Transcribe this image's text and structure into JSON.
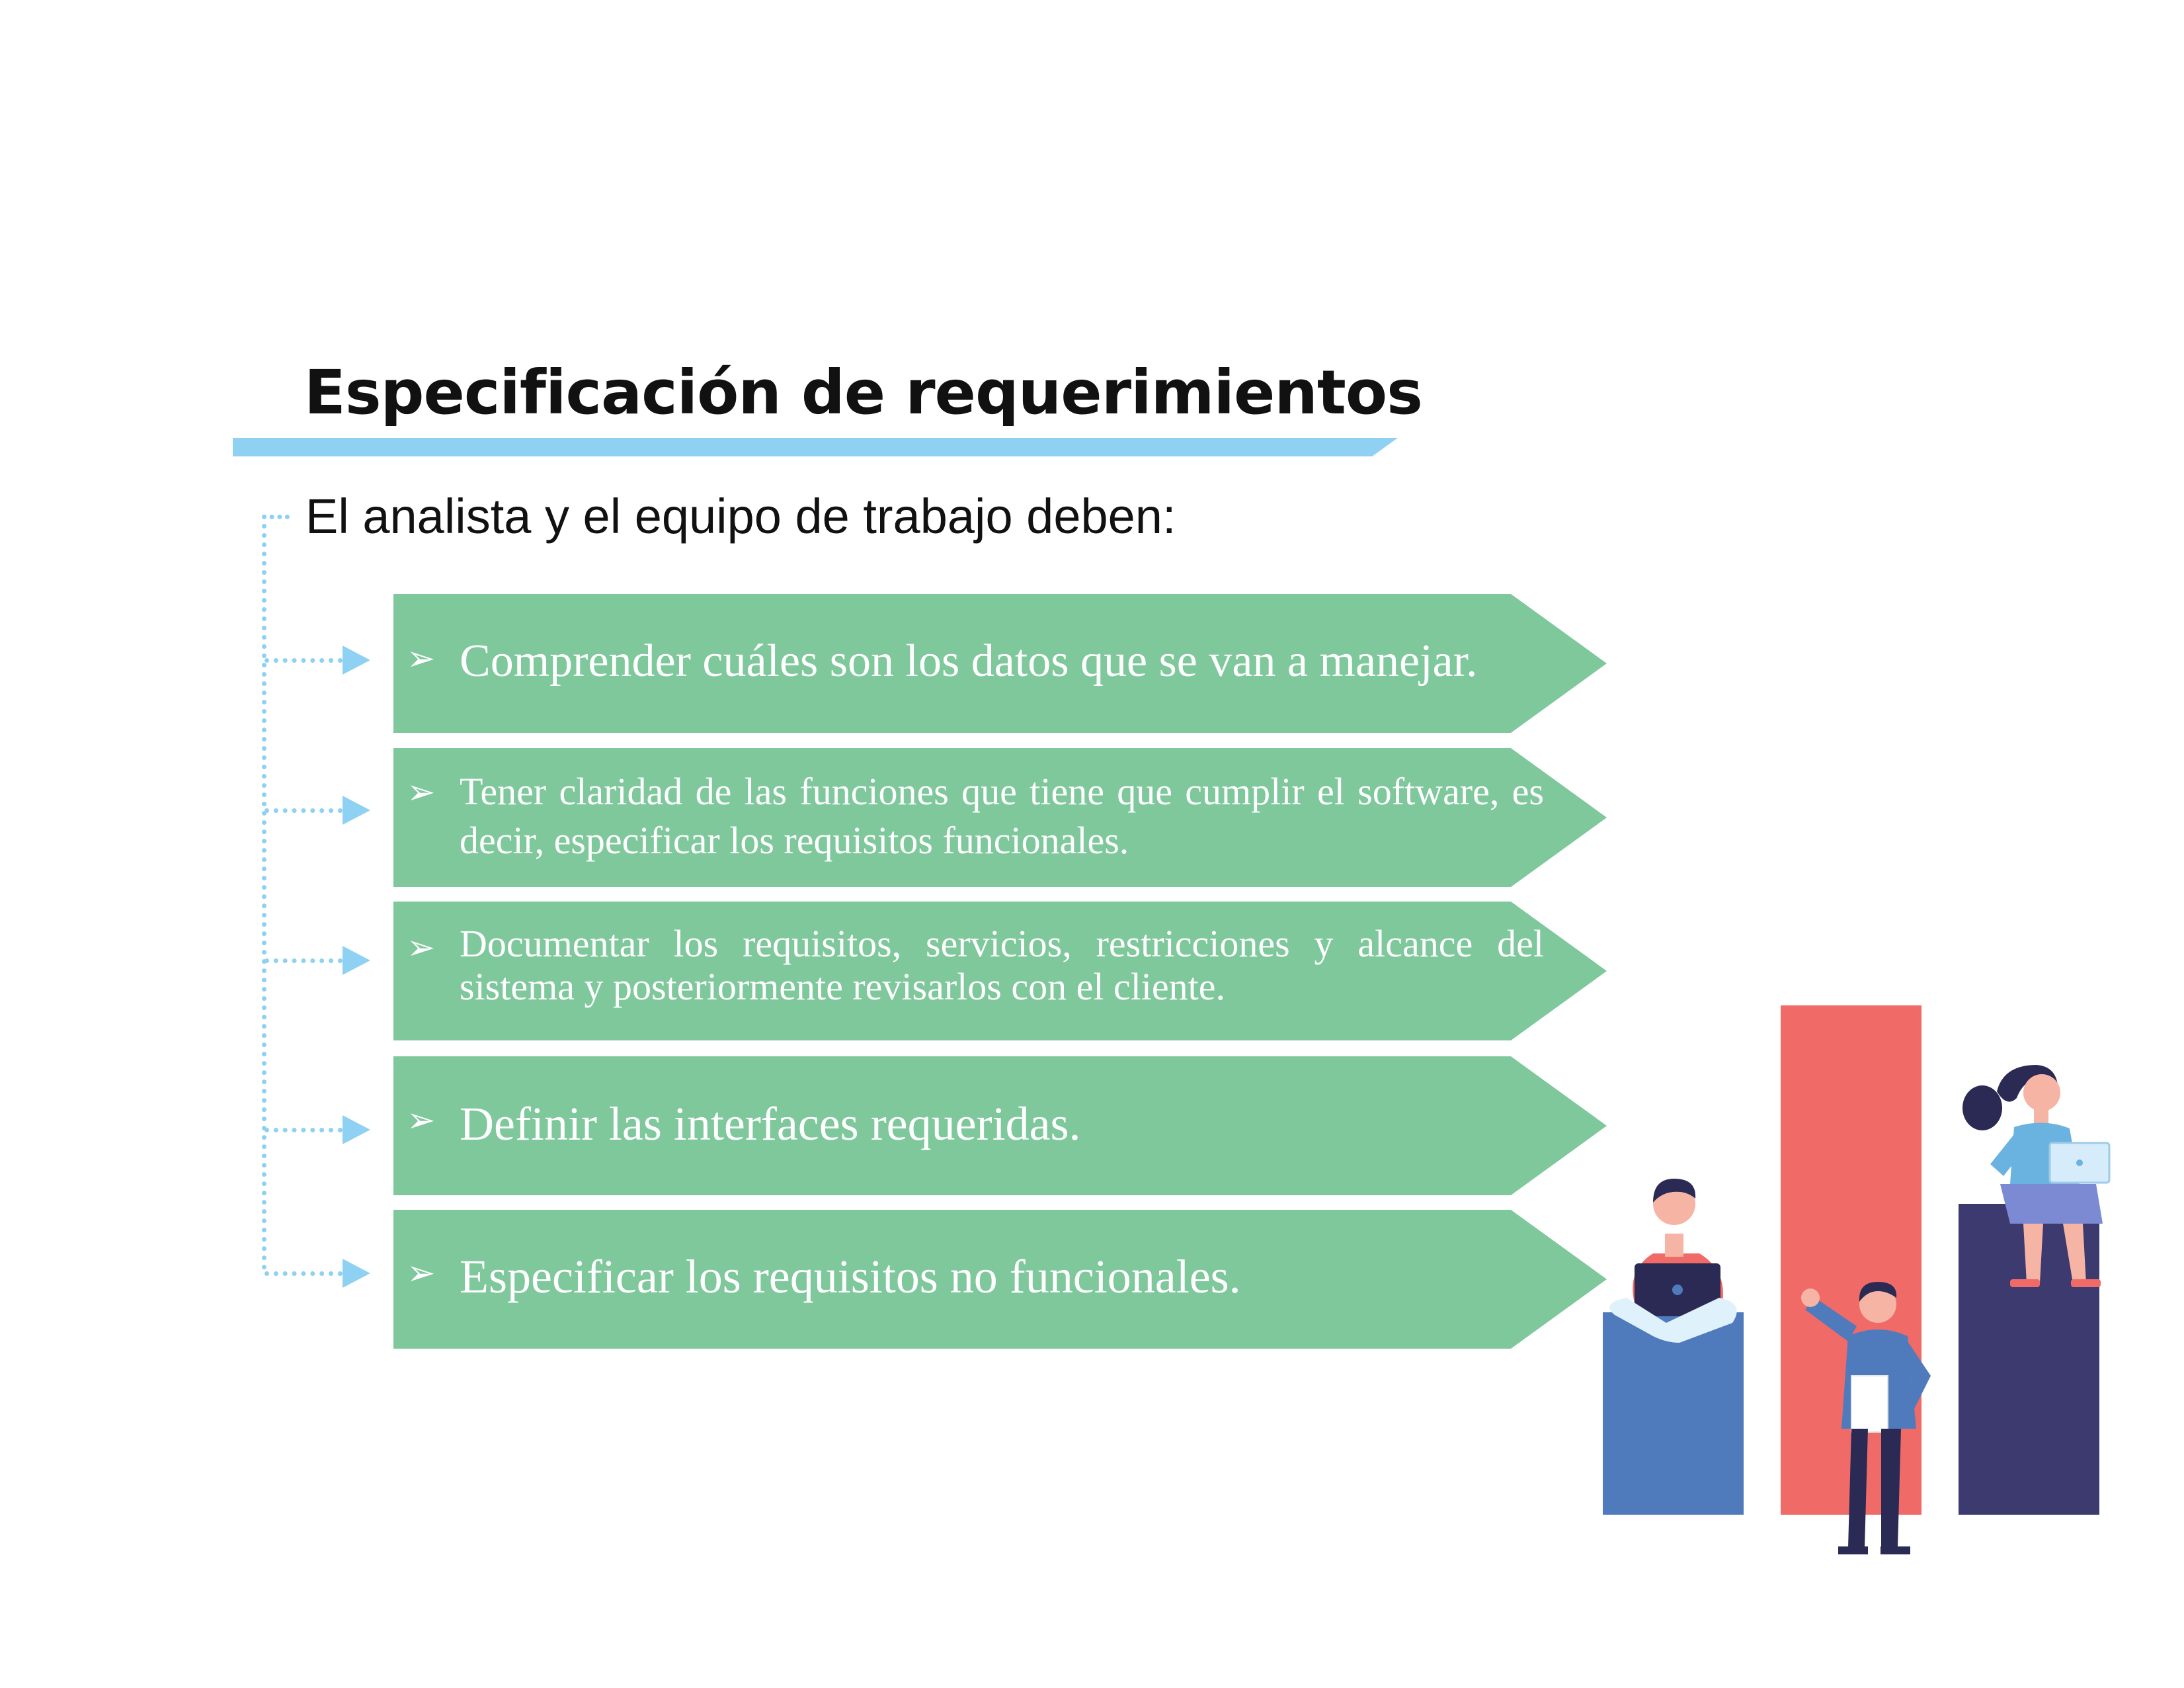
{
  "title": "Especificación de requerimientos",
  "intro": "El analista y el equipo de trabajo deben:",
  "bullet_glyph": "➢",
  "items": [
    {
      "text": "Comprender cuáles son los datos que se van a manejar."
    },
    {
      "text": "Tener claridad de las  funciones que tiene que cumplir el software, es decir, especificar los requisitos funcionales."
    },
    {
      "text": "Documentar los requisitos, servicios,  restricciones y alcance del sistema y posteriormente revisarlos con el cliente."
    },
    {
      "text": "Definir las interfaces requeridas."
    },
    {
      "text": "Especificar  los requisitos no funcionales."
    }
  ],
  "colors": {
    "accent_blue": "#8ed1f2",
    "arrow_green": "#7ec89c",
    "bar_blue": "#4f7bbd",
    "bar_red": "#f06a68",
    "bar_navy": "#3c3a6e"
  },
  "illustration": "team-with-bar-chart-illustration"
}
